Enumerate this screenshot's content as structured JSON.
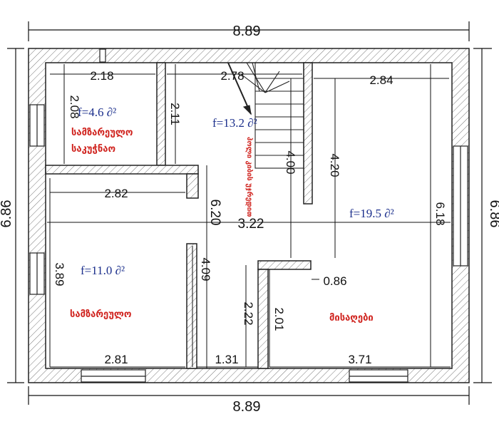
{
  "dimensions": {
    "overall_width_top": "8.89",
    "overall_width_bottom": "8.89",
    "overall_height_left": "6.86",
    "overall_height_right": "6.86",
    "d_2_18": "2.18",
    "d_2_78": "2.78",
    "d_2_84": "2.84",
    "d_2_08": "2.08",
    "d_2_11": "2.11",
    "d_4_00": "4.00",
    "d_4_20": "4.20",
    "d_2_82": "2.82",
    "d_6_20": "6.20",
    "d_3_22": "3.22",
    "d_6_18": "6.18",
    "d_3_89": "3.89",
    "d_4_09": "4.09",
    "d_0_86": "0.86",
    "d_2_22": "2.22",
    "d_2_01": "2.01",
    "d_2_81": "2.81",
    "d_1_31": "1.31",
    "d_3_71": "3.71"
  },
  "areas": {
    "kitchen": "f=4.6  ∂²",
    "hall": "f=13.2  ∂²",
    "living": "f=11.0  ∂²",
    "bedroom": "f=19.5  ∂²"
  },
  "rooms": {
    "kitchen_line1": "სამზარეულო",
    "kitchen_line2": "საკუჭნაო",
    "living": "სამზარეულო",
    "bedroom": "მისაღები",
    "hall_vertical": "ჰოლი კიბის უჯრედით"
  }
}
